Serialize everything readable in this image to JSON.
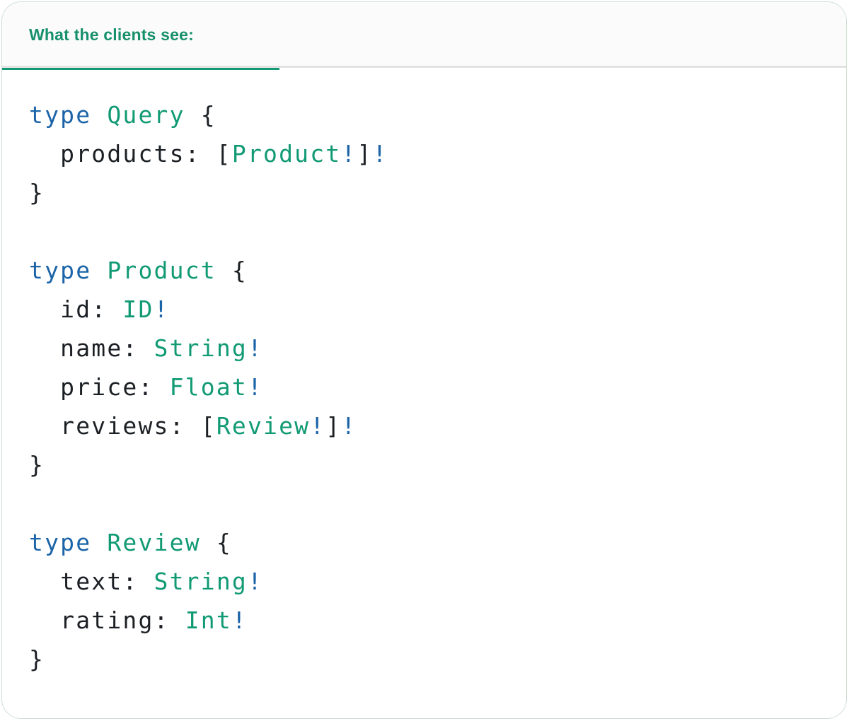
{
  "colors": {
    "teal_accent": "#119a74",
    "header_teal": "#17906b",
    "keyword_blue": "#1b64a8",
    "plain_text": "#1c2025",
    "divider_gray": "#e3e3e3",
    "card_border": "#cfe0d5",
    "header_bg": "#fbfbfb"
  },
  "header": {
    "tab_label": "What the clients see:"
  },
  "code": {
    "language": "graphql-sdl",
    "lines": [
      [
        {
          "t": "type",
          "c": "kw"
        },
        {
          "t": " ",
          "c": "plain"
        },
        {
          "t": "Query",
          "c": "type"
        },
        {
          "t": " {",
          "c": "plain"
        }
      ],
      [
        {
          "t": "  products: [",
          "c": "plain"
        },
        {
          "t": "Product",
          "c": "type"
        },
        {
          "t": "!",
          "c": "kw"
        },
        {
          "t": "]",
          "c": "plain"
        },
        {
          "t": "!",
          "c": "kw"
        }
      ],
      [
        {
          "t": "}",
          "c": "plain"
        }
      ],
      [],
      [
        {
          "t": "type",
          "c": "kw"
        },
        {
          "t": " ",
          "c": "plain"
        },
        {
          "t": "Product",
          "c": "type"
        },
        {
          "t": " {",
          "c": "plain"
        }
      ],
      [
        {
          "t": "  id: ",
          "c": "plain"
        },
        {
          "t": "ID",
          "c": "type"
        },
        {
          "t": "!",
          "c": "kw"
        }
      ],
      [
        {
          "t": "  name: ",
          "c": "plain"
        },
        {
          "t": "String",
          "c": "type"
        },
        {
          "t": "!",
          "c": "kw"
        }
      ],
      [
        {
          "t": "  price: ",
          "c": "plain"
        },
        {
          "t": "Float",
          "c": "type"
        },
        {
          "t": "!",
          "c": "kw"
        }
      ],
      [
        {
          "t": "  reviews: [",
          "c": "plain"
        },
        {
          "t": "Review",
          "c": "type"
        },
        {
          "t": "!",
          "c": "kw"
        },
        {
          "t": "]",
          "c": "plain"
        },
        {
          "t": "!",
          "c": "kw"
        }
      ],
      [
        {
          "t": "}",
          "c": "plain"
        }
      ],
      [],
      [
        {
          "t": "type",
          "c": "kw"
        },
        {
          "t": " ",
          "c": "plain"
        },
        {
          "t": "Review",
          "c": "type"
        },
        {
          "t": " {",
          "c": "plain"
        }
      ],
      [
        {
          "t": "  text: ",
          "c": "plain"
        },
        {
          "t": "String",
          "c": "type"
        },
        {
          "t": "!",
          "c": "kw"
        }
      ],
      [
        {
          "t": "  rating: ",
          "c": "plain"
        },
        {
          "t": "Int",
          "c": "type"
        },
        {
          "t": "!",
          "c": "kw"
        }
      ],
      [
        {
          "t": "}",
          "c": "plain"
        }
      ]
    ]
  }
}
